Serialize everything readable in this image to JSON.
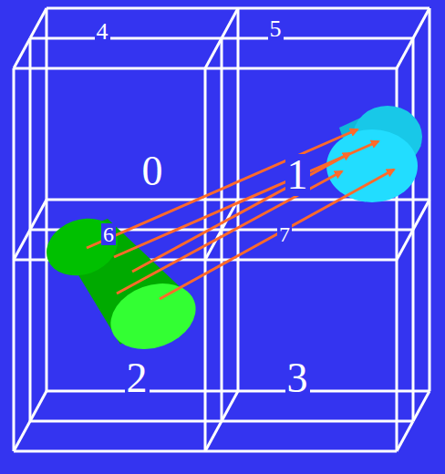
{
  "diagram": {
    "labels": [
      "4",
      "5",
      "0",
      "1",
      "6",
      "7",
      "2",
      "3"
    ]
  }
}
